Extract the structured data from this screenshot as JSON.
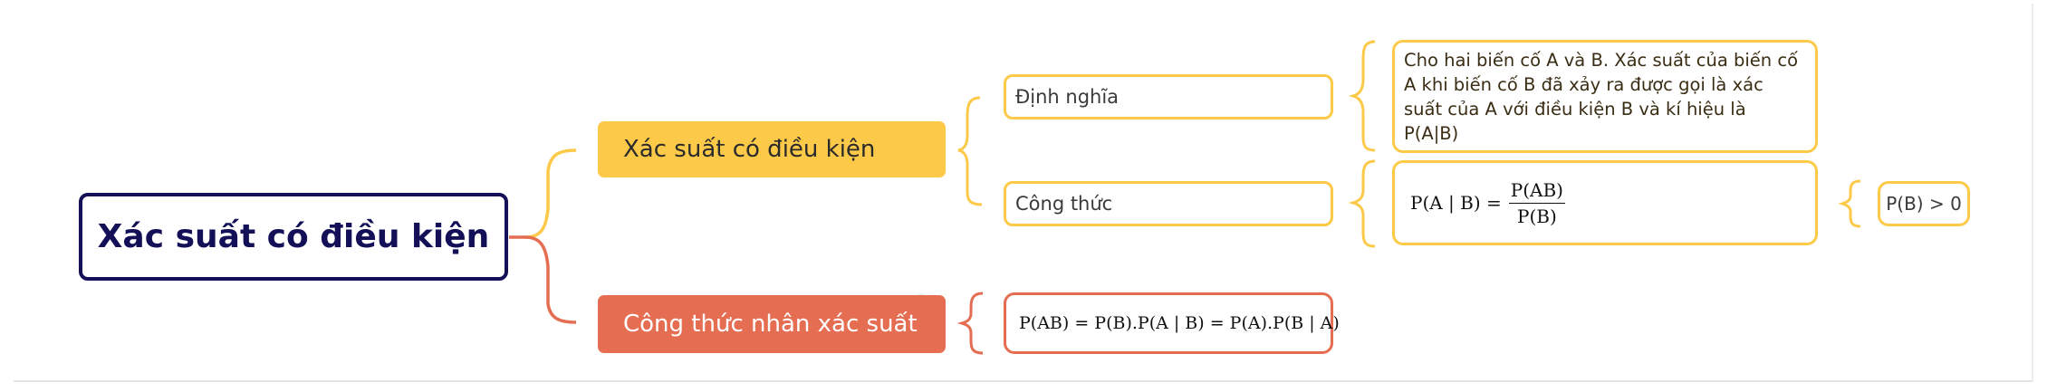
{
  "root": {
    "label": "Xác suất có điều kiện"
  },
  "branches": [
    {
      "label": "Xác suất có điều kiện",
      "color": "#fdc948",
      "children": [
        {
          "label": "Định nghĩa",
          "detail": "Cho hai biến cố A và B. Xác suất của biến cố A khi biến cố B đã xảy ra được gọi là xác suất của A với điều kiện B và kí hiệu là P(A|B)"
        },
        {
          "label": "Công thức",
          "formula": {
            "lhs": "P(A | B) =",
            "numerator": "P(AB)",
            "denominator": "P(B)"
          },
          "condition": "P(B) > 0"
        }
      ]
    },
    {
      "label": "Công thức nhân xác suất",
      "color": "#e56d52",
      "formula": "P(AB) = P(B).P(A | B) = P(A).P(B | A)"
    }
  ],
  "colors": {
    "root_border": "#131058",
    "yellow": "#fdc948",
    "orange": "#e56d52"
  }
}
